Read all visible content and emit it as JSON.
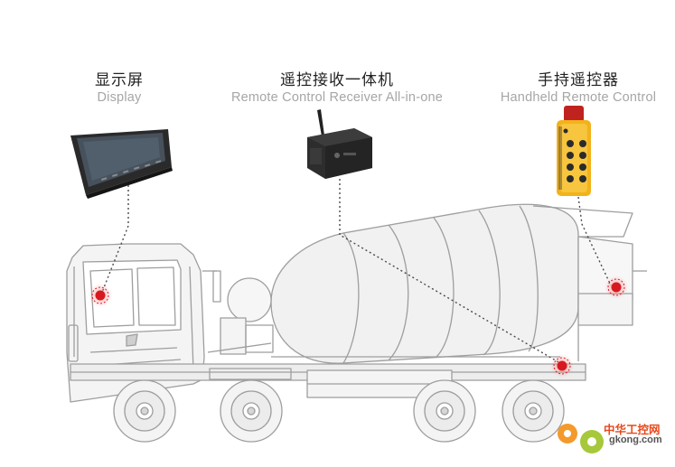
{
  "display": {
    "cn": "显示屏",
    "en": "Display"
  },
  "receiver": {
    "cn": "遥控接收一体机",
    "en": "Remote Control Receiver All-in-one"
  },
  "remote": {
    "cn": "手持遥控器",
    "en": "Handheld Remote Control"
  },
  "watermark": {
    "cn": "中华工控网",
    "en": "gkong.com"
  },
  "colors": {
    "marker": "#d7191f",
    "line": "#9c9c9c",
    "truck_fill": "#f2f2f2",
    "device_dark": "#2b2b2b",
    "remote_yellow": "#f3b21b"
  }
}
